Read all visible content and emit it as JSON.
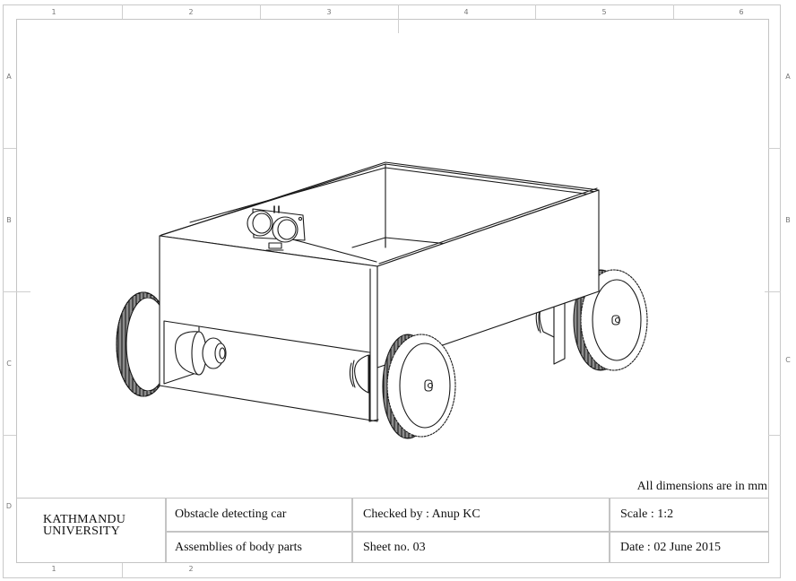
{
  "sheet": {
    "zone_columns_top": [
      "1",
      "2",
      "3",
      "4",
      "5",
      "6"
    ],
    "zone_columns_bottom": [
      "1",
      "2"
    ],
    "zone_rows_left": [
      "A",
      "B",
      "C",
      "D"
    ],
    "zone_rows_right": [
      "A",
      "B",
      "C"
    ]
  },
  "drawing": {
    "subject": "Isometric assembly view of obstacle detecting car: open rectangular box body, ultrasonic sensor module mounted on rear wall, four geared wheels with DC motors on brackets"
  },
  "note": "All dimensions are in mm",
  "title_block": {
    "institution_line1": "KATHMANDU",
    "institution_line2": "UNIVERSITY",
    "project_title": "Obstacle detecting car",
    "drawing_title": "Assemblies of body parts",
    "checked_by": "Checked by : Anup KC",
    "sheet_no": "Sheet no. 03",
    "scale": "Scale : 1:2",
    "date": "Date : 02 June 2015"
  },
  "colors": {
    "border": "#c4c4c4",
    "line": "#1a1a1a",
    "text": "#111111"
  }
}
